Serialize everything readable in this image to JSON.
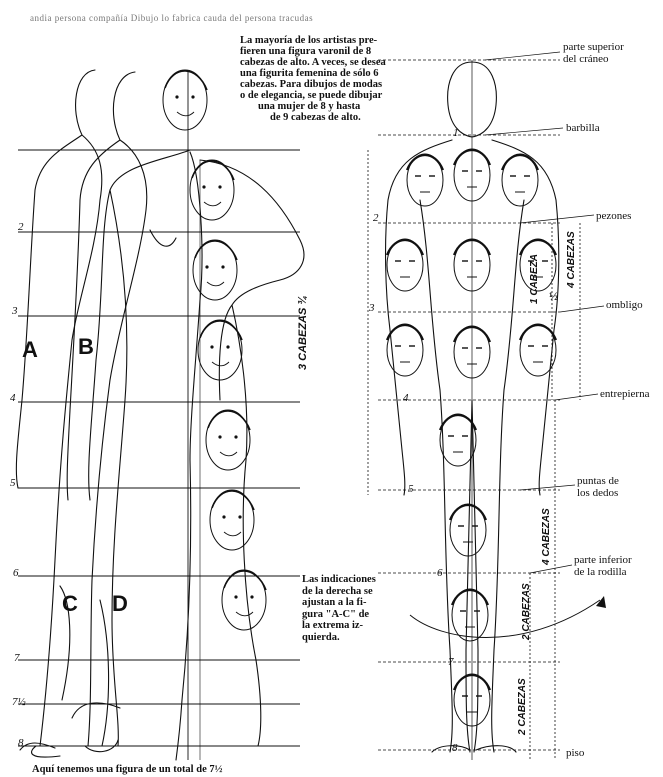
{
  "header": {
    "top_line": "andia persona compañía Dibujo lo fabrica cauda del persona tracudas"
  },
  "intro": {
    "lines": [
      "La mayoría de los artistas pre-",
      "fieren una figura varonil de 8",
      "cabezas de alto. A veces, se desea",
      "una figurita femenina de sólo 6",
      "cabezas. Para dibujos de modas",
      "o de elegancia, se puede dibujar",
      "una mujer de 8 y hasta",
      "de 9 cabezas de alto."
    ]
  },
  "figure_letters": [
    "A",
    "B",
    "C",
    "D"
  ],
  "head_numbers": [
    "1",
    "2",
    "3",
    "4",
    "5",
    "6",
    "7",
    "7½",
    "8"
  ],
  "right_labels": {
    "skull_top": [
      "parte superior",
      "del cráneo"
    ],
    "chin": "barbilla",
    "nipples": "pezones",
    "navel": "ombligo",
    "crotch": "entrepierna",
    "fingertips": [
      "puntas de",
      "los dedos"
    ],
    "knee": [
      "parte inferior",
      "de la rodilla"
    ],
    "floor": "piso"
  },
  "vertical_measures": {
    "three_and_three_quarters": "3 CABEZAS ¾",
    "one_head": "1 CABEZA",
    "half": "½",
    "four_heads_a": "4 CABEZAS",
    "four_heads_b": "4 CABEZAS",
    "two_heads": "2 CABEZAS"
  },
  "note": {
    "lines": [
      "Las indicaciones",
      "de la derecha se",
      "ajustan a la fi-",
      "gura \"A-C\" de",
      "la extrema iz-",
      "quierda."
    ]
  },
  "footer": {
    "caption": "Aquí tenemos una figura de un total de 7½"
  },
  "colors": {
    "ink": "#111111",
    "paper": "#ffffff"
  }
}
